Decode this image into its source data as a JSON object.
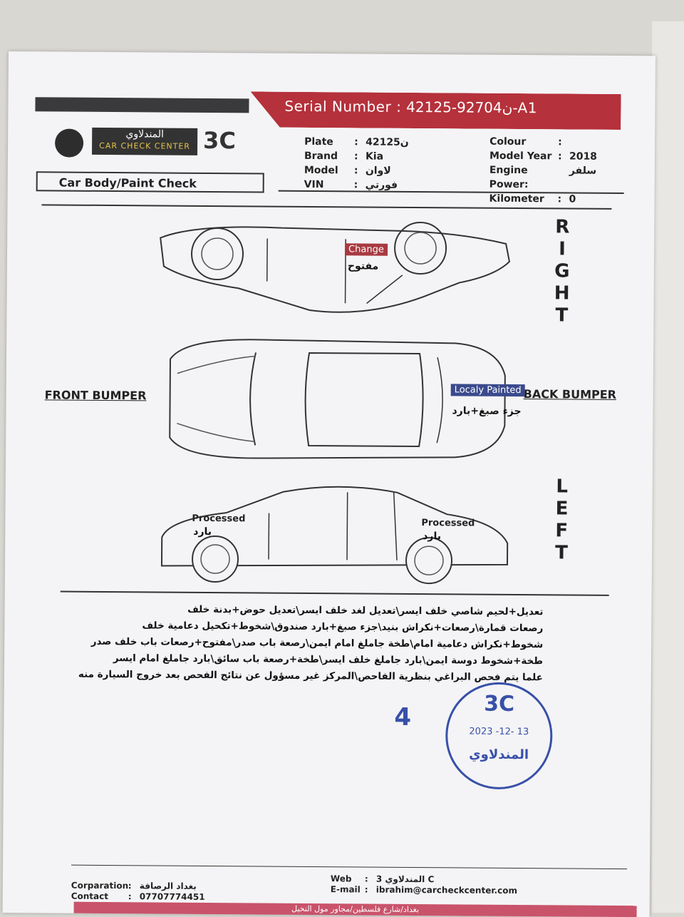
{
  "header": {
    "serial_label": "Serial Number :",
    "serial_value": "ن92704-42125-A1",
    "logo_arabic": "المندلاوي",
    "logo_english": "CAR CHECK CENTER",
    "logo_3c": "3C",
    "section_title": "Car Body/Paint Check"
  },
  "vehicle": {
    "left": [
      {
        "key": "Plate",
        "value": "ن42125"
      },
      {
        "key": "Brand",
        "value": "Kia"
      },
      {
        "key": "Model",
        "value": "لاوان"
      },
      {
        "key": "VIN",
        "value": "فورتي"
      }
    ],
    "right": [
      {
        "key": "Colour",
        "value": ""
      },
      {
        "key": "Model Year",
        "value": "2018"
      },
      {
        "key": "Engine Power:",
        "value": "سلفر"
      },
      {
        "key": "Kilometer",
        "value": "0"
      }
    ]
  },
  "diagram": {
    "right_letters": [
      "R",
      "I",
      "G",
      "H",
      "T"
    ],
    "left_letters": [
      "L",
      "E",
      "F",
      "T"
    ],
    "front_bumper": "FRONT BUMPER",
    "back_bumper": "BACK BUMPER",
    "change_tag": "Change",
    "change_note": "مفتوح",
    "local_tag": "Localy Painted",
    "local_note": "جزء صبغ+بارد",
    "processed_label": "Processed",
    "processed_note": "بارد"
  },
  "notes": [
    "تعديل+لحيم شاصي خلف ايسر\\تعديل لغد خلف ايسر\\تعديل حوض+بدنة خلف",
    "رصعات قمارة\\رصعات+نكراش بنيد\\جزء صبغ+بارد صندوق\\شخوط+تكحيل دعامية خلف",
    "شخوط+نكراش دعامية امام\\طخة جاملغ امام ايمن\\رصعة باب صدر\\مفتوح+رصعات باب خلف صدر",
    "طخة+شخوط دوسة ايمن\\بارد جاملغ خلف ايسر\\طخة+رصعة باب سائق\\بارد جاملغ امام ايسر",
    "علما يتم فحص البراغي بنظرية الفاحص\\المركز غير مسؤول عن نتائج الفحص بعد خروج السيارة منه"
  ],
  "stamp": {
    "number": "4",
    "logo": "3C",
    "date": "2023 -12- 13",
    "name": "المندلاوي"
  },
  "footer": {
    "corporation_label": "Corparation",
    "corporation_value": "بغداد الرصافة",
    "contact_label": "Contact",
    "contact_value": "07707774451",
    "web_label": "Web",
    "web_value": "3 المندلاوي C",
    "email_label": "E-mail",
    "email_value": "ibrahim@carcheckcenter.com",
    "address": "بغداد/شارع فلسطين/مجاور مول النخيل"
  }
}
